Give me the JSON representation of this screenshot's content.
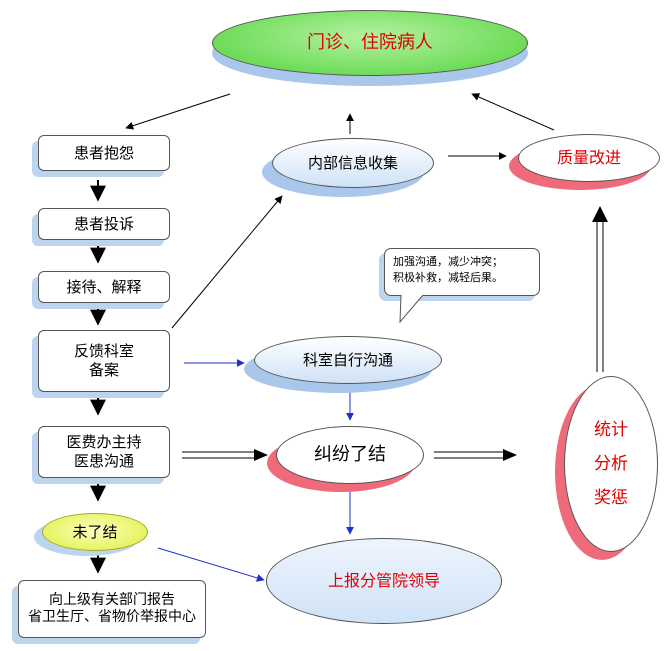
{
  "nodes": {
    "outpatient": "门诊、住院病人",
    "complaint": "患者抱怨",
    "grievance": "患者投诉",
    "reception": "接待、解释",
    "feedback_line1": "反馈科室",
    "feedback_line2": "备案",
    "medfee_line1": "医费办主持",
    "medfee_line2": "医患沟通",
    "unresolved": "未了结",
    "report_line1": "向上级有关部门报告",
    "report_line2": "省卫生厅、省物价举报中心",
    "internal": "内部信息收集",
    "quality": "质量改进",
    "dept_comm": "科室自行沟通",
    "resolved": "纠纷了结",
    "leadership": "上报分管院领导",
    "stat1": "统计",
    "stat2": "分析",
    "stat3": "奖惩"
  },
  "callout": {
    "line1": "加强沟通，减少冲突；",
    "line2": "积极补救，减轻后果。"
  },
  "colors": {
    "outpatient_fill": "#7ee26a",
    "outpatient_shadow": "#a9c7ea",
    "red_text": "#e00000",
    "blue_shadow": "#a9c7ea",
    "red_shadow": "#ef6a7a",
    "box_shadow": "#bcd4ee",
    "unresolved_fill": "#e6f25a",
    "blue_arrow": "#1f2fd0"
  }
}
